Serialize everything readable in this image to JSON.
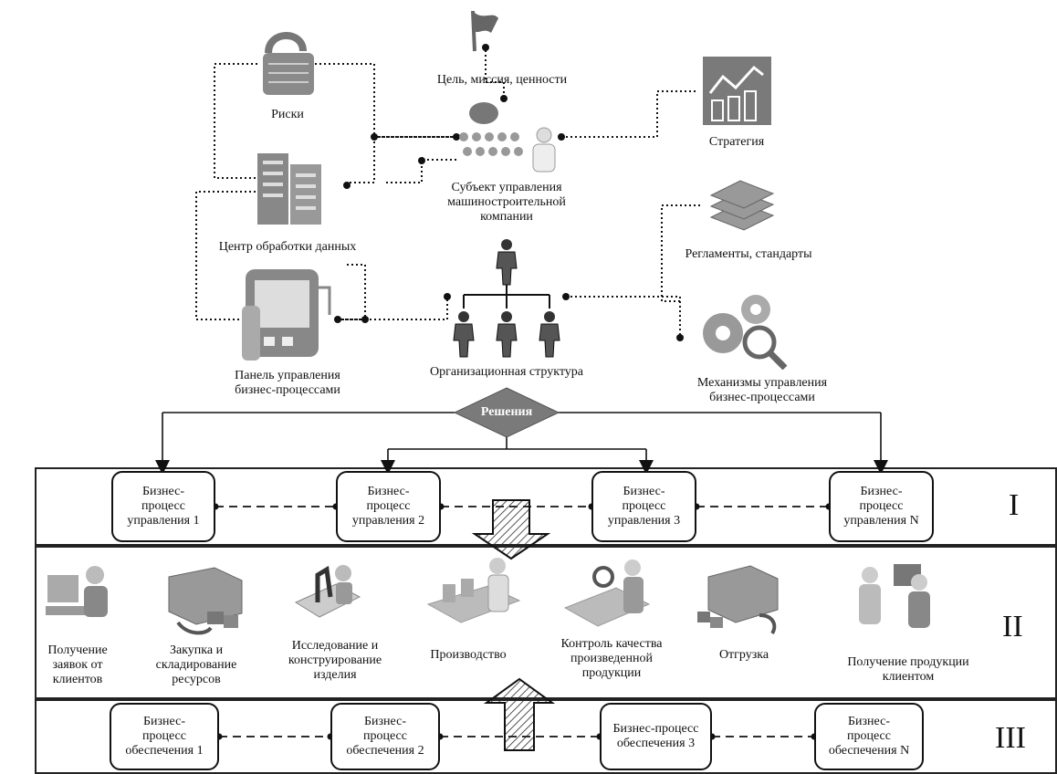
{
  "top": {
    "mission_label": "Цель, миссия, ценности",
    "risks_label": "Риски",
    "strategy_label": "Стратегия",
    "subject_label": "Субъект управления\nмашиностроительной\nкомпании",
    "datacenter_label": "Центр обработки данных",
    "regulations_label": "Регламенты, стандарты",
    "panel_label": "Панель управления\nбизнес-процессами",
    "orgstructure_label": "Организационная структура",
    "mechanisms_label": "Механизмы управления\nбизнес-процессами",
    "decisions_label": "Решения"
  },
  "management_row": {
    "roman": "I",
    "items": [
      "Бизнес-\nпроцесс\nуправления 1",
      "Бизнес-\nпроцесс\nуправления 2",
      "Бизнес-\nпроцесс\nуправления 3",
      "Бизнес-\nпроцесс\nуправления N"
    ]
  },
  "core_row": {
    "roman": "II",
    "items": [
      "Получение\nзаявок от\nклиентов",
      "Закупка и\nскладирование\nресурсов",
      "Исследование и\nконструирование\nизделия",
      "Производство",
      "Контроль качества\nпроизведенной\nпродукции",
      "Отгрузка",
      "Получение продукции\nклиентом"
    ]
  },
  "support_row": {
    "roman": "III",
    "items": [
      "Бизнес-\nпроцесс\nобеспечения 1",
      "Бизнес-\nпроцесс\nобеспечения 2",
      "Бизнес-процесс\nобеспечения 3",
      "Бизнес-\nпроцесс\nобеспечения N"
    ]
  },
  "icons": [
    "flag-icon",
    "padlock-icon",
    "chart-icon",
    "org-people-icon",
    "server-icon",
    "documents-icon",
    "tablet-icon",
    "person-icon",
    "gears-icon",
    "customer-icon",
    "truck-icon",
    "microscope-icon",
    "production-icon",
    "quality-icon",
    "delivery-truck-icon",
    "client-icon"
  ],
  "colors": {
    "decision": "#7a7a7a",
    "line": "#111111",
    "icon": "#8a8a8a"
  }
}
